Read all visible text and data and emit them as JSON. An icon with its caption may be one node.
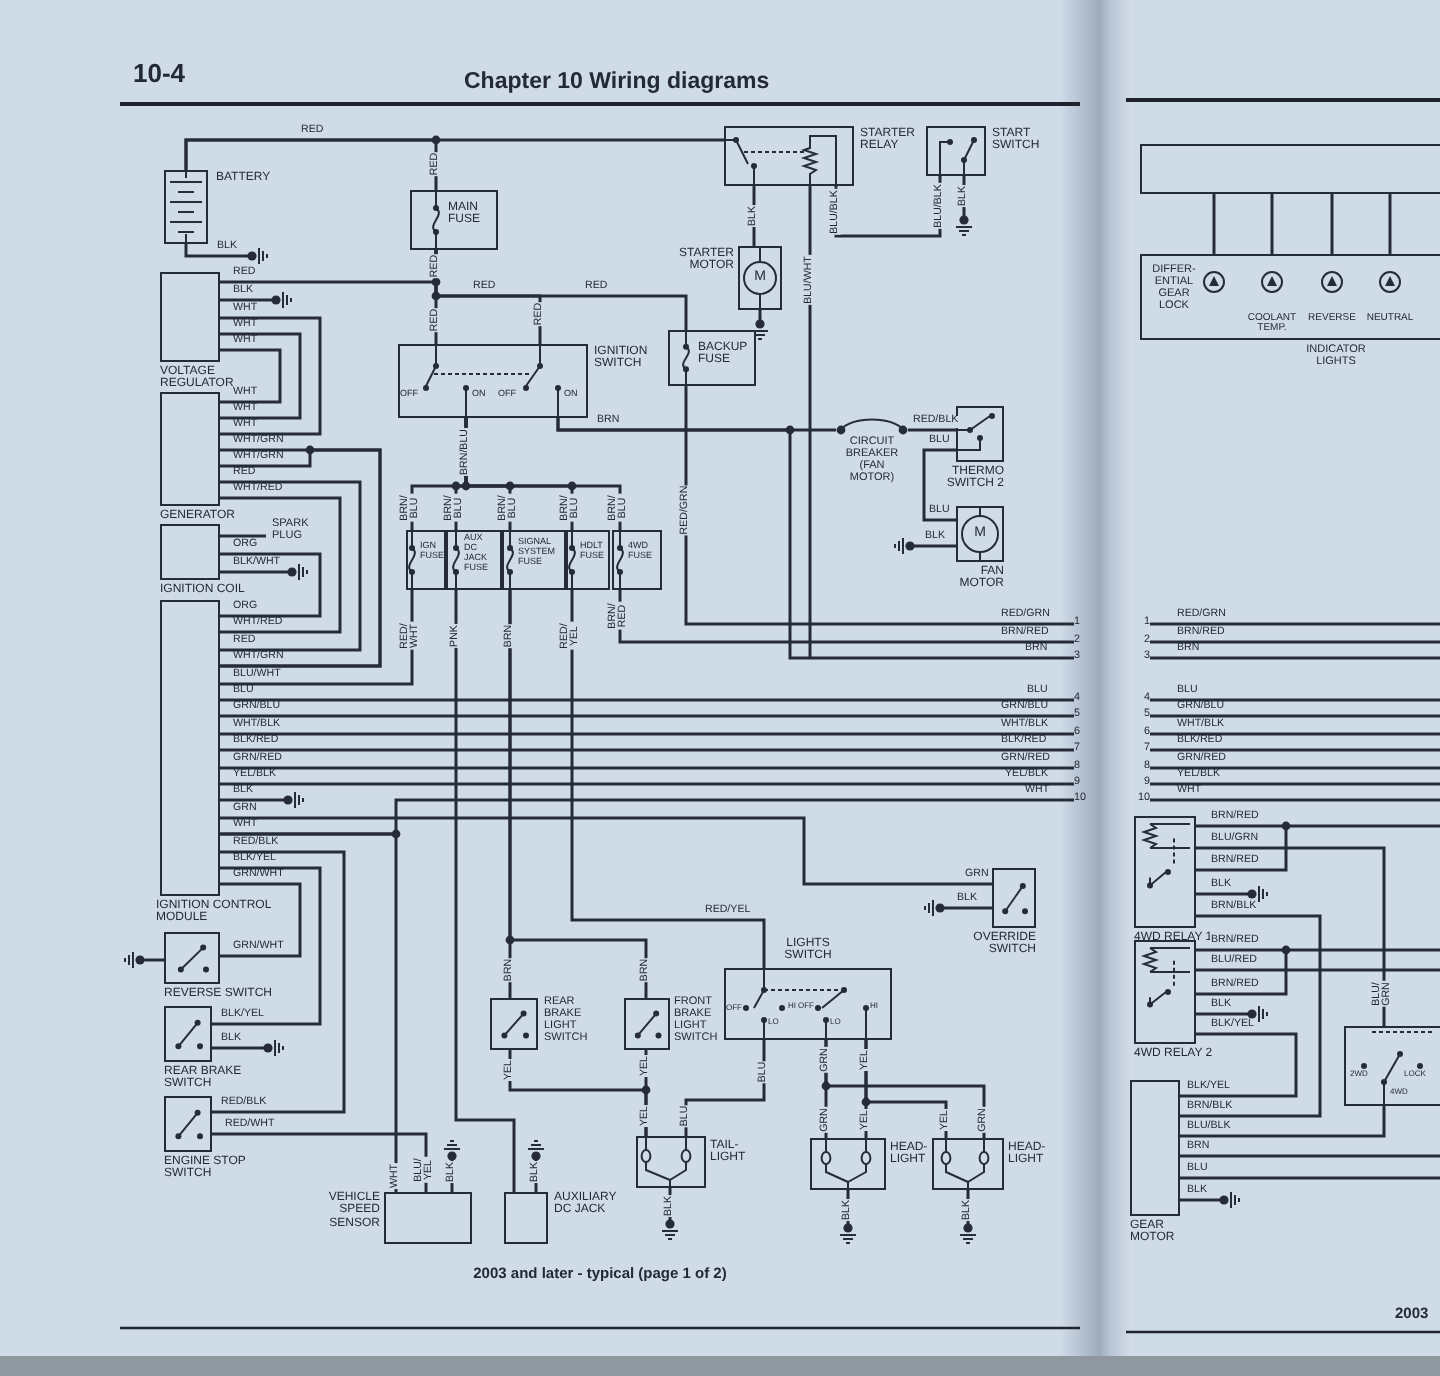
{
  "diagram": {
    "title": "Chapter 10 Wiring diagrams",
    "caption": "2003 and later - typical (page 1 of 2)",
    "nodes": [
      {
        "text": [
          "BATTERY"
        ]
      },
      {
        "text": [
          "MAIN FUSE"
        ]
      },
      {
        "text": [
          "IGNITION SWITCH",
          "OFF",
          "ON",
          "OFF",
          "ON"
        ]
      },
      {
        "text": [
          "BACKUP FUSE"
        ]
      },
      {
        "text": [
          "STARTER RELAY"
        ]
      },
      {
        "text": [
          "START SWITCH"
        ]
      },
      {
        "text": [
          "STARTER MOTOR",
          "M"
        ]
      },
      {
        "text": [
          "CIRCUIT BREAKER (FAN MOTOR)"
        ]
      },
      {
        "text": [
          "THERMO SWITCH 2"
        ]
      },
      {
        "text": [
          "M",
          "FAN MOTOR"
        ]
      },
      {
        "text": [
          "VOLTAGE REGULATOR"
        ]
      },
      {
        "text": [
          "GENERATOR"
        ]
      },
      {
        "text": [
          "SPARK PLUG"
        ]
      },
      {
        "text": [
          "IGNITION COIL"
        ]
      },
      {
        "text": [
          "IGNITION CONTROL MODULE"
        ]
      },
      {
        "text": [
          "IGN FUSE"
        ]
      },
      {
        "text": [
          "AUX DC JACK FUSE"
        ]
      },
      {
        "text": [
          "SIGNAL SYSTEM FUSE"
        ]
      },
      {
        "text": [
          "HDLT FUSE"
        ]
      },
      {
        "text": [
          "4WD FUSE"
        ]
      },
      {
        "text": [
          "REVERSE SWITCH"
        ]
      },
      {
        "text": [
          "REAR BRAKE SWITCH"
        ]
      },
      {
        "text": [
          "ENGINE STOP SWITCH"
        ]
      },
      {
        "text": [
          "VEHICLE SPEED SENSOR"
        ]
      },
      {
        "text": [
          "AUXILIARY DC JACK"
        ]
      },
      {
        "text": [
          "REAR BRAKE LIGHT SWITCH"
        ]
      },
      {
        "text": [
          "FRONT BRAKE LIGHT SWITCH"
        ]
      },
      {
        "text": [
          "LIGHTS SWITCH",
          "OFF",
          "LO",
          "HI",
          "OFF",
          "LO",
          "HI"
        ]
      },
      {
        "text": [
          "OVERRIDE SWITCH"
        ]
      },
      {
        "text": [
          "TAIL-LIGHT"
        ]
      },
      {
        "text": [
          "HEAD-LIGHT"
        ]
      },
      {
        "text": [
          "HEAD-LIGHT"
        ]
      },
      {
        "text": [],
        "shape": "box"
      },
      {
        "text": [
          "DIFFER- ENTIAL GEAR LOCK",
          "COOLANT TEMP.",
          "REVERSE",
          "NEUTRAL",
          "INDICATOR LIGHTS"
        ]
      },
      {
        "text": [
          "4WD RELAY 1"
        ]
      },
      {
        "text": [
          "4WD RELAY 2"
        ]
      },
      {
        "text": [
          "GEAR MOTOR"
        ]
      },
      {
        "text": [
          "2WD",
          "LOCK",
          "4WD"
        ]
      },
      {
        "text": [
          "1"
        ]
      },
      {
        "text": [
          "2"
        ]
      },
      {
        "text": [
          "3"
        ]
      },
      {
        "text": [
          "4"
        ]
      },
      {
        "text": [
          "5"
        ]
      },
      {
        "text": [
          "6"
        ]
      },
      {
        "text": [
          "7"
        ]
      },
      {
        "text": [
          "8"
        ]
      },
      {
        "text": [
          "9"
        ]
      },
      {
        "text": [
          "10"
        ]
      },
      {
        "text": [
          "1"
        ]
      },
      {
        "text": [
          "2"
        ]
      },
      {
        "text": [
          "3"
        ]
      },
      {
        "text": [
          "4"
        ]
      },
      {
        "text": [
          "5"
        ]
      },
      {
        "text": [
          "6"
        ]
      },
      {
        "text": [
          "7"
        ]
      },
      {
        "text": [
          "8"
        ]
      },
      {
        "text": [
          "9"
        ]
      },
      {
        "text": [
          "10"
        ]
      }
    ],
    "edges": [
      {
        "from": 0,
        "to": 4,
        "arrow": "none",
        "label": "RED"
      },
      {
        "from": 0,
        "to": 1,
        "arrow": "none",
        "label": "RED"
      },
      {
        "from": 1,
        "to": 2,
        "arrow": "none",
        "label": "RED"
      },
      {
        "from": 10,
        "to": 1,
        "arrow": "none",
        "label": "RED"
      },
      {
        "from": 1,
        "to": 3,
        "arrow": "none",
        "label": "RED"
      },
      {
        "from": 1,
        "to": 2,
        "arrow": "none",
        "label": "RED"
      },
      {
        "from": 4,
        "to": 6,
        "arrow": "none",
        "label": "BLK"
      },
      {
        "from": 4,
        "to": 5,
        "arrow": "none",
        "label": "BLU/BLK"
      },
      {
        "from": 4,
        "to": null,
        "arrow": "none",
        "label": "BLU/WHT"
      },
      {
        "from": 2,
        "to": 7,
        "arrow": "none",
        "label": "BRN"
      },
      {
        "from": 7,
        "to": 8,
        "arrow": "none",
        "label": "RED/BLK"
      },
      {
        "from": 8,
        "to": 9,
        "arrow": "none",
        "label": "BLU"
      },
      {
        "from": 2,
        "to": 15,
        "arrow": "none",
        "label": "BRN/ BLU"
      },
      {
        "from": 2,
        "to": 16,
        "arrow": "none",
        "label": "BRN/ BLU"
      },
      {
        "from": 2,
        "to": 17,
        "arrow": "none",
        "label": "BRN/ BLU"
      },
      {
        "from": 2,
        "to": 18,
        "arrow": "none",
        "label": "BRN/ BLU"
      },
      {
        "from": 2,
        "to": 19,
        "arrow": "none",
        "label": "BRN/ BLU"
      },
      {
        "from": 3,
        "to": 38,
        "arrow": "none",
        "label": "RED/GRN"
      },
      {
        "from": 19,
        "to": 39,
        "arrow": "none",
        "label": "BRN/RED"
      },
      {
        "from": 2,
        "to": 40,
        "arrow": "none",
        "label": "BRN"
      },
      {
        "from": 15,
        "to": 14,
        "arrow": "none",
        "label": "RED/ WHT"
      },
      {
        "from": 14,
        "to": 41,
        "arrow": "none",
        "label": "BLU"
      },
      {
        "from": 14,
        "to": 42,
        "arrow": "none",
        "label": "GRN/BLU"
      },
      {
        "from": 14,
        "to": 43,
        "arrow": "none",
        "label": "WHT/BLK"
      },
      {
        "from": 14,
        "to": 44,
        "arrow": "none",
        "label": "BLK/RED"
      },
      {
        "from": 14,
        "to": 45,
        "arrow": "none",
        "label": "GRN/RED"
      },
      {
        "from": 14,
        "to": 46,
        "arrow": "none",
        "label": "YEL/BLK"
      },
      {
        "from": 14,
        "to": 47,
        "arrow": "none",
        "label": "WHT"
      },
      {
        "from": 14,
        "to": 23,
        "arrow": "none",
        "label": "WHT"
      },
      {
        "from": 10,
        "to": 11,
        "arrow": "none"
      },
      {
        "from": 10,
        "to": 11,
        "arrow": "none"
      },
      {
        "from": 10,
        "to": 11,
        "arrow": "none"
      },
      {
        "from": 11,
        "to": 14,
        "arrow": "none"
      },
      {
        "from": 11,
        "to": 14,
        "arrow": "none"
      },
      {
        "from": 11,
        "to": 14,
        "arrow": "none"
      },
      {
        "from": 11,
        "to": 14,
        "arrow": "none"
      },
      {
        "from": 13,
        "to": 14,
        "arrow": "none"
      },
      {
        "from": 13,
        "to": 12,
        "arrow": "none"
      },
      {
        "from": 14,
        "to": 20,
        "arrow": "none"
      },
      {
        "from": 14,
        "to": 21,
        "arrow": "none"
      },
      {
        "from": 14,
        "to": 22,
        "arrow": "none"
      },
      {
        "from": 22,
        "to": 23,
        "arrow": "none",
        "label": "RED/WHT"
      },
      {
        "from": 16,
        "to": 24,
        "arrow": "none",
        "label": "PNK"
      },
      {
        "from": 17,
        "to": 25,
        "arrow": "none",
        "label": "BRN"
      },
      {
        "from": 17,
        "to": 26,
        "arrow": "none",
        "label": "BRN"
      },
      {
        "from": 18,
        "to": 27,
        "arrow": "none",
        "label": "RED/YEL"
      },
      {
        "from": 25,
        "to": 29,
        "arrow": "none",
        "label": "YEL"
      },
      {
        "from": 26,
        "to": 29,
        "arrow": "none",
        "label": "YEL"
      },
      {
        "from": 27,
        "to": 29,
        "arrow": "none",
        "label": "BLU"
      },
      {
        "from": 27,
        "to": 30,
        "arrow": "none",
        "label": "GRN"
      },
      {
        "from": 27,
        "to": 31,
        "arrow": "none"
      },
      {
        "from": 27,
        "to": 30,
        "arrow": "none",
        "label": "YEL"
      },
      {
        "from": 27,
        "to": 31,
        "arrow": "none"
      },
      {
        "from": 34,
        "to": 37,
        "arrow": "none",
        "label": "BLU/ GRN"
      },
      {
        "from": 34,
        "to": 36,
        "arrow": "none"
      },
      {
        "from": 35,
        "to": 36,
        "arrow": "none"
      },
      {
        "from": 36,
        "to": 37,
        "arrow": "none"
      },
      {
        "from": 14,
        "to": 28,
        "arrow": "none",
        "label": "GRN"
      },
      {
        "from": 32,
        "to": 33,
        "arrow": "none"
      },
      {
        "from": 32,
        "to": 33,
        "arrow": "none"
      },
      {
        "from": 32,
        "to": 33,
        "arrow": "none"
      },
      {
        "from": 32,
        "to": 33,
        "arrow": "none"
      },
      {
        "from": 48,
        "to": null,
        "arrow": "none",
        "label": "RED/GRN"
      },
      {
        "from": 49,
        "to": null,
        "arrow": "none",
        "label": "BRN/RED"
      },
      {
        "from": 50,
        "to": null,
        "arrow": "none",
        "label": "BRN"
      },
      {
        "from": 51,
        "to": null,
        "arrow": "none",
        "label": "BLU"
      },
      {
        "from": 52,
        "to": null,
        "arrow": "none",
        "label": "GRN/BLU"
      },
      {
        "from": 53,
        "to": null,
        "arrow": "none",
        "label": "WHT/BLK"
      },
      {
        "from": 54,
        "to": null,
        "arrow": "none",
        "label": "BLK/RED"
      },
      {
        "from": 55,
        "to": null,
        "arrow": "none",
        "label": "GRN/RED"
      },
      {
        "from": 56,
        "to": null,
        "arrow": "none",
        "label": "YEL/BLK"
      },
      {
        "from": 57,
        "to": null,
        "arrow": "none",
        "label": "WHT"
      }
    ],
    "labels": [
      "10-4",
      "BLK",
      "BLK",
      "WHT",
      "WHT",
      "WHT",
      "WHT",
      "WHT",
      "WHT",
      "WHT/GRN",
      "WHT/GRN",
      "RED",
      "WHT/RED",
      "ORG",
      "BLK/WHT",
      "ORG",
      "WHT/RED",
      "RED",
      "WHT/GRN",
      "BLU/WHT",
      "BLU",
      "GRN/BLU",
      "WHT/BLK",
      "BLK/RED",
      "GRN/RED",
      "YEL/BLK",
      "BLK",
      "GRN",
      "WHT",
      "RED/BLK",
      "BLK/YEL",
      "GRN/WHT",
      "GRN/WHT",
      "BLK/YEL",
      "BLK",
      "RED/BLK",
      "RED",
      "RED",
      "BRN/BLU",
      "BLU/BLK",
      "BLK",
      "BLU",
      "BLK",
      "BLK",
      "RED/GRN",
      "BRN",
      "RED/ YEL",
      "BRN/ RED",
      "BLU/ YEL",
      "BLK",
      "BLK",
      "YEL",
      "BLU",
      "BLK",
      "GRN",
      "YEL",
      "BLK",
      "YEL",
      "GRN",
      "BLK",
      "BRN/RED",
      "BLU/GRN",
      "BRN/RED",
      "BLK",
      "BRN/BLK",
      "BRN/RED",
      "BLU/RED",
      "BRN/RED",
      "BLK",
      "BLK/YEL",
      "BLK/YEL",
      "BRN/BLK",
      "BLU/BLK",
      "BRN",
      "BLU",
      "BLK",
      "2003"
    ]
  }
}
